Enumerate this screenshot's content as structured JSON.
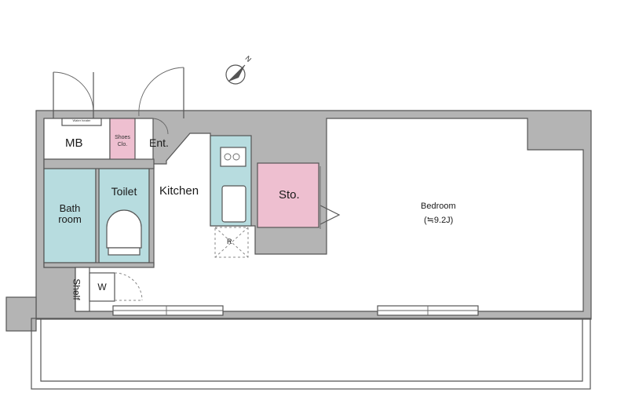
{
  "rooms": {
    "mb": "MB",
    "water_heater": "Water heater",
    "shoes": "Shoes",
    "shoes_abbr": "Clo.",
    "entrance": "Ent.",
    "kitchen": "Kitchen",
    "storage": "Sto.",
    "bedroom": "Bedroom",
    "bedroom_size": "(≒9.2J)",
    "bath_line1": "Bath",
    "bath_line2": "room",
    "toilet": "Toilet",
    "shelf": "Shelf",
    "washer": "W",
    "refrigerator": "R"
  },
  "compass": {
    "north": "N"
  },
  "colors": {
    "wall": "#b4b4b4",
    "wet_area": "#b7dcdf",
    "storage": "#eebfd0"
  }
}
